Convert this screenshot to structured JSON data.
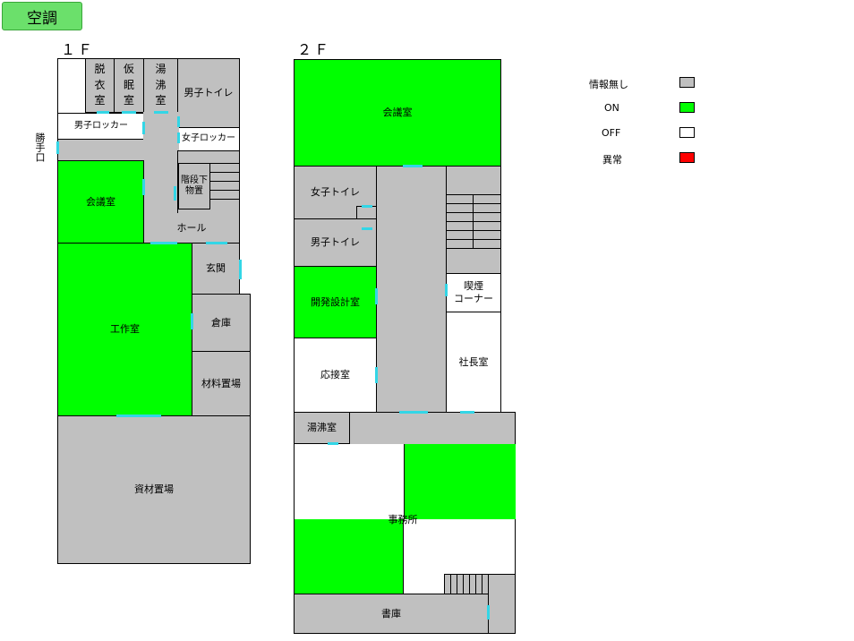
{
  "header": {
    "title": "空調"
  },
  "floor1": {
    "label": "１Ｆ",
    "side_entrance": "勝手口",
    "rooms": {
      "datsuishitsu": [
        "脱",
        "衣",
        "室"
      ],
      "kaminshitsu": [
        "仮",
        "眠",
        "室"
      ],
      "yuwakashi": [
        "湯",
        "沸",
        "室"
      ],
      "male_toilet": "男子トイレ",
      "male_locker": "男子ロッカー",
      "female_locker": "女子ロッカー",
      "under_stairs": [
        "階段下",
        "物置"
      ],
      "meeting": "会議室",
      "hall": "ホール",
      "entrance": "玄関",
      "workshop": "工作室",
      "warehouse": "倉庫",
      "material_storage": "材料置場",
      "supply_storage": "資材置場"
    }
  },
  "floor2": {
    "label": "２Ｆ",
    "rooms": {
      "meeting": "会議室",
      "female_toilet": "女子トイレ",
      "male_toilet": "男子トイレ",
      "smoking": [
        "喫煙",
        "コーナー"
      ],
      "dev_design": "開発設計室",
      "reception": "応接室",
      "president": "社長室",
      "yuwakashi": "湯沸室",
      "office": "事務所",
      "archive": "書庫"
    }
  },
  "legend": {
    "items": [
      {
        "label": "情報無し",
        "color": "#c0c0c0"
      },
      {
        "label": "ON",
        "color": "#00ff00"
      },
      {
        "label": "OFF",
        "color": "#ffffff"
      },
      {
        "label": "異常",
        "color": "#ff0000"
      }
    ]
  }
}
